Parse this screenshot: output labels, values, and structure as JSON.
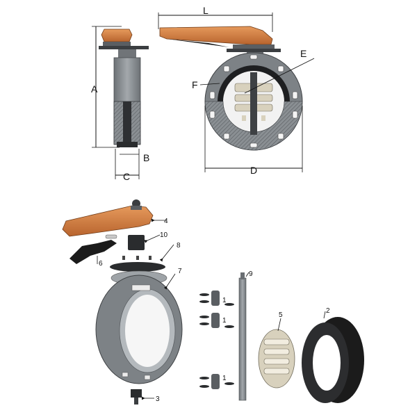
{
  "dimensions": {
    "A": "A",
    "B": "B",
    "C": "C",
    "D": "D",
    "E": "E",
    "F": "F",
    "L": "L"
  },
  "parts": {
    "p1a": "1",
    "p1b": "1",
    "p1c": "1",
    "p2": "2",
    "p3": "3",
    "p4": "4",
    "p5": "5",
    "p6": "6",
    "p7": "7",
    "p8": "8",
    "p9": "9",
    "p10": "10"
  },
  "colors": {
    "orange": "#d9874b",
    "orange_dark": "#a8582a",
    "body_gray": "#8d9296",
    "body_dark": "#5b5f63",
    "black": "#1b1b1b",
    "disc_tan": "#d8d1bd"
  }
}
